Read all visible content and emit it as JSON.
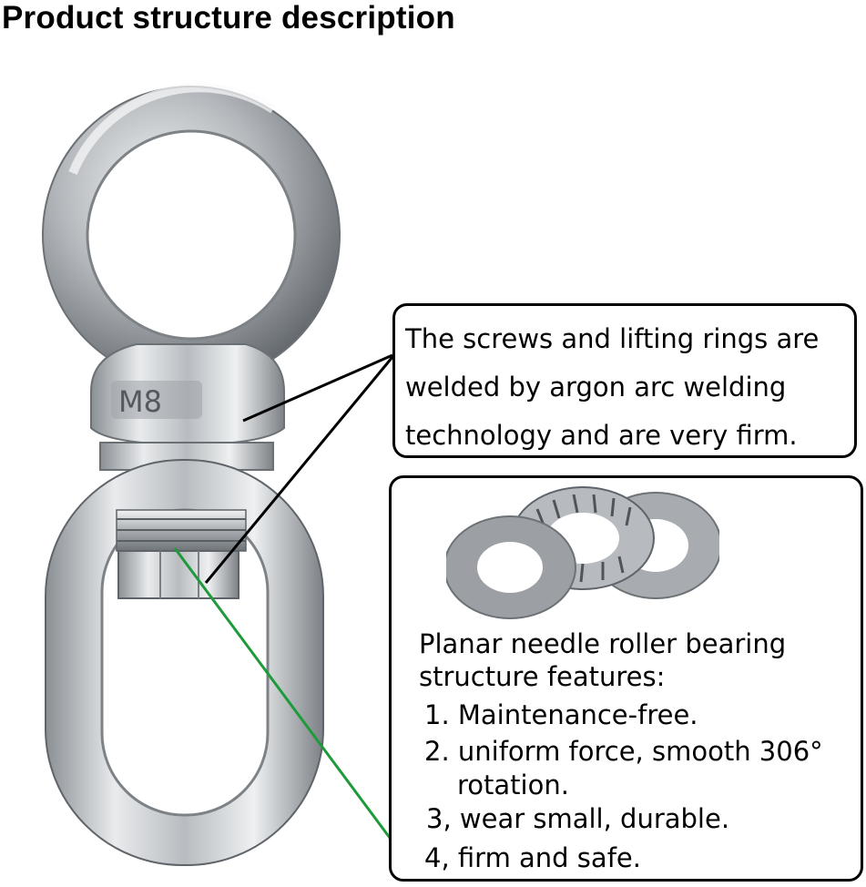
{
  "page": {
    "title": "Product structure description"
  },
  "eye_bolt": {
    "stamp": "M8"
  },
  "callouts": {
    "weld": {
      "lines": [
        "The screws and lifting rings are",
        "welded by argon arc welding",
        "technology and are very firm."
      ]
    },
    "bearing": {
      "heading_lines": [
        "Planar needle roller bearing",
        "structure features:"
      ],
      "features": [
        "1. Maintenance-free.",
        "2. uniform force, smooth 306°",
        "rotation.",
        "3, wear small, durable.",
        "4, firm and safe."
      ]
    }
  },
  "colors": {
    "border": "#000000",
    "pointer_black": "#000000",
    "pointer_green": "#1f9a3a",
    "steel_light": "#e6e8ea",
    "steel_dark": "#6b7075"
  }
}
